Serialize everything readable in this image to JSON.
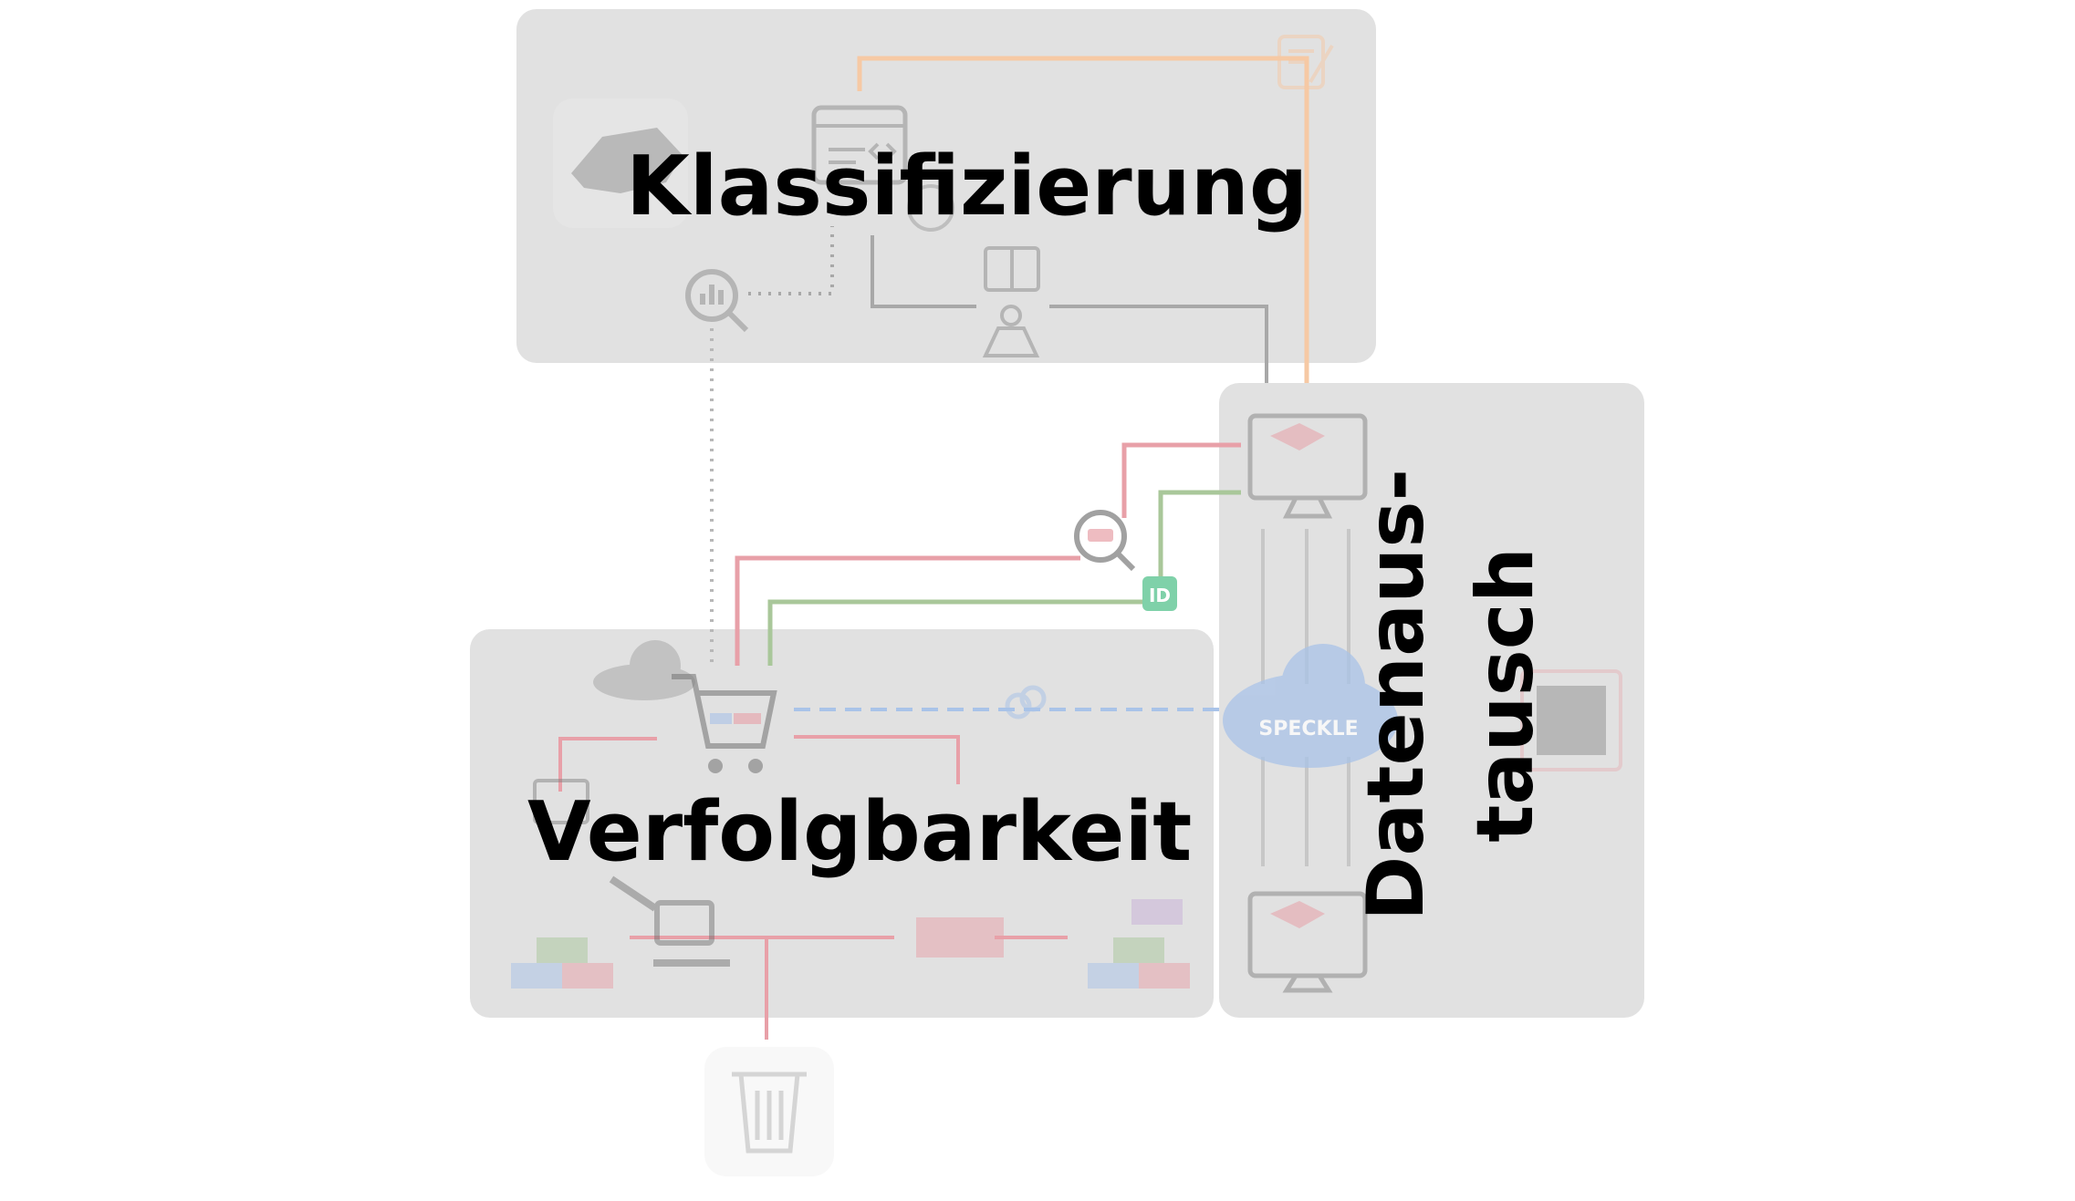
{
  "sections": {
    "klassifizierung": "Klassifizierung",
    "verfolgbarkeit": "Verfolgbarkeit",
    "datenaustausch_line1": "Datenaus-",
    "datenaustausch_line2": "tausch"
  },
  "badges": {
    "id": "ID",
    "speckle": "SPECKLE"
  },
  "icons": [
    "switzerland-map-icon",
    "code-window-icon",
    "document-signature-icon",
    "analytics-search-icon",
    "brain-icon",
    "map-location-icon",
    "brick-catalog-icon",
    "monitor-3d-model-icon",
    "magnifier-brick-icon",
    "id-badge-icon",
    "speckle-cloud-icon",
    "qr-code-icon",
    "shopping-cart-icon",
    "cloud-icon",
    "link-icon",
    "excavator-icon",
    "lego-bricks-icon",
    "trash-bin-icon",
    "photo-icon"
  ],
  "colors": {
    "panel": "#e1e1e1",
    "red_flow": "#e8a0a8",
    "green_flow": "#a9c79a",
    "blue_flow": "#a9c3e8",
    "orange_flow": "#f6c9a4",
    "gray_flow": "#a8a8a8",
    "id_badge": "#7fd1a9"
  }
}
